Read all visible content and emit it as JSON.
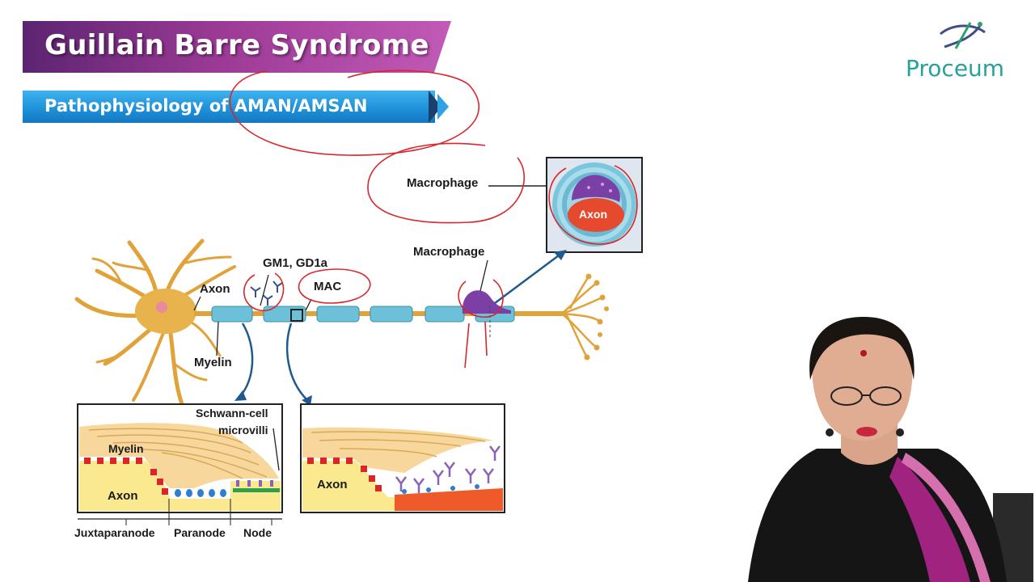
{
  "slide": {
    "title": "Guillain Barre Syndrome",
    "subtitle": "Pathophysiology of AMAN/AMSAN"
  },
  "logo": {
    "text": "Proceum"
  },
  "diagram": {
    "labels": {
      "macrophage_top": "Macrophage",
      "axon_inset": "Axon",
      "gm1": "GM1, GD1a",
      "mac": "MAC",
      "macrophage_mid": "Macrophage",
      "axon_neuron": "Axon",
      "myelin_neuron": "Myelin",
      "schwann": "Schwann-cell",
      "microvilli": "microvilli",
      "myelin_panel": "Myelin",
      "axon_panel_left": "Axon",
      "axon_panel_right": "Axon",
      "juxtaparanode": "Juxtaparanode",
      "paranode": "Paranode",
      "node": "Node"
    },
    "colors": {
      "neuron": "#e0a33a",
      "myelin": "#6cc0d8",
      "macrophage": "#7b3fa5",
      "axon_red": "#e64a2e",
      "annotation": "#d8262b",
      "arrow": "#1f5a8f",
      "panel_yellow": "#fbe98f"
    }
  }
}
